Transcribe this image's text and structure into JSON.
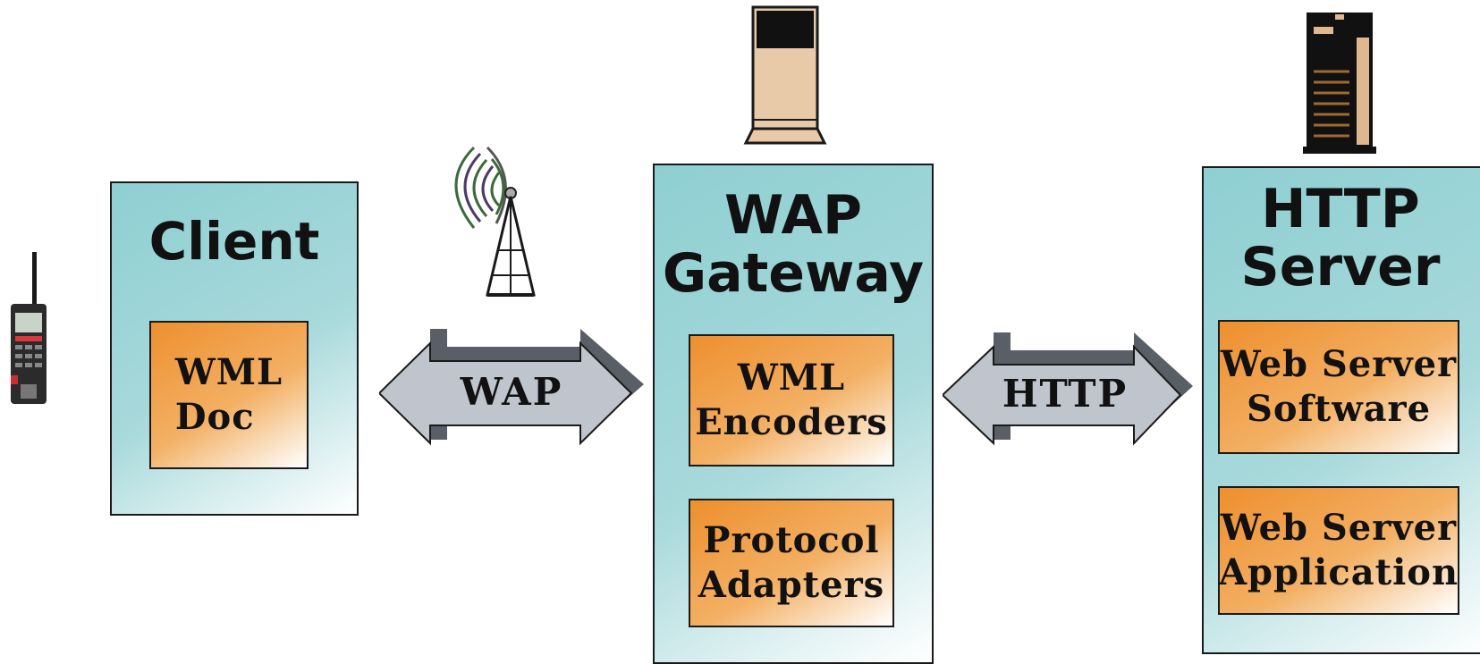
{
  "client": {
    "title": "Client",
    "components": [
      "WML\nDoc"
    ]
  },
  "gateway": {
    "title": "WAP\nGateway",
    "components": [
      "WML\nEncoders",
      "Protocol\nAdapters"
    ]
  },
  "server": {
    "title": "HTTP\nServer",
    "components": [
      "Web Server\nSoftware",
      "Web Server\nApplication"
    ]
  },
  "links": {
    "wap": "WAP",
    "http": "HTTP"
  },
  "icons": {
    "phone": "mobile-phone-icon",
    "antenna": "radio-tower-icon",
    "gateway": "gateway-computer-icon",
    "server": "server-tower-icon"
  },
  "colors": {
    "panel": "#a8d9db",
    "component": "#f0a048",
    "arrow": "#c0c4cc",
    "arrow_shadow": "#5a5e66"
  }
}
